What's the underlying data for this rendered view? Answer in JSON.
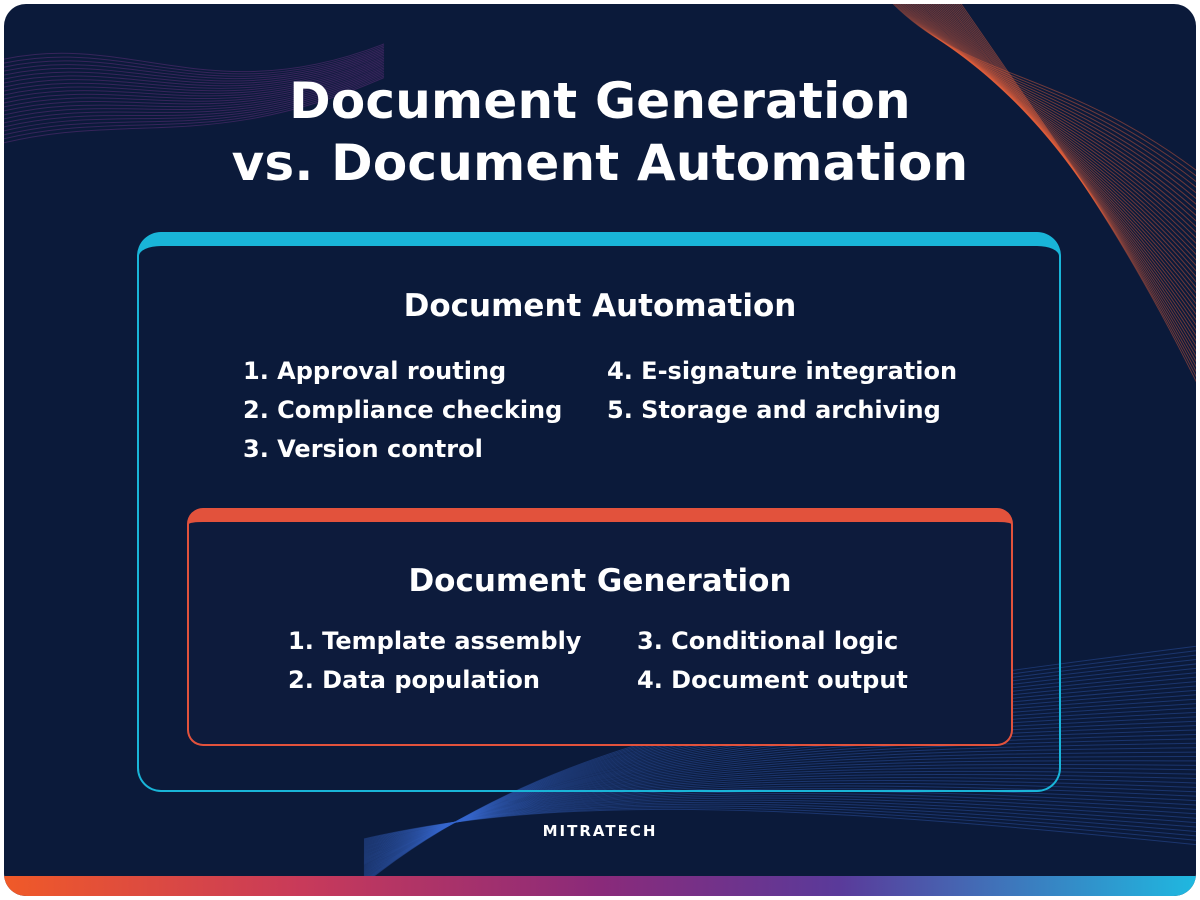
{
  "title": {
    "line1": "Document Generation",
    "line2": "vs. Document Automation"
  },
  "automation": {
    "heading": "Document Automation",
    "items_left": [
      "1. Approval routing",
      "2. Compliance checking",
      "3. Version control"
    ],
    "items_right": [
      "4. E-signature integration",
      "5. Storage and archiving"
    ],
    "border_color": "#19b5d8"
  },
  "generation": {
    "heading": "Document Generation",
    "items_left": [
      "1. Template assembly",
      "2. Data population"
    ],
    "items_right": [
      "3. Conditional logic",
      "4. Document output"
    ],
    "border_color": "#e2523c"
  },
  "brand": "MITRATECH",
  "colors": {
    "background": "#0b1a3a",
    "accent_cyan": "#19b5d8",
    "accent_orange": "#e2523c"
  }
}
